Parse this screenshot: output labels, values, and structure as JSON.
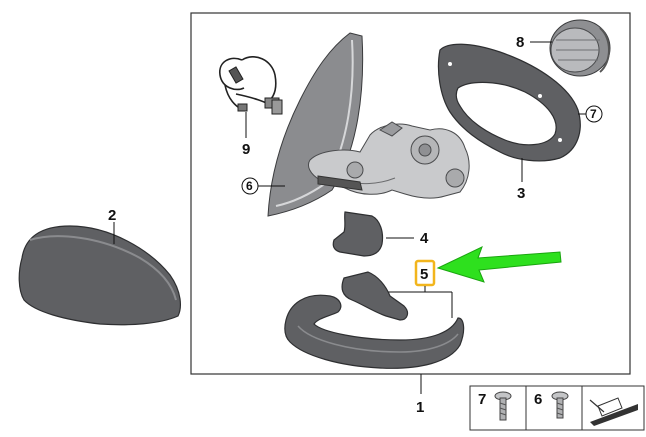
{
  "callouts": {
    "c1": "1",
    "c2": "2",
    "c3": "3",
    "c4": "4",
    "c5": "5",
    "c6": "6",
    "c7": "7",
    "c8": "8",
    "c9": "9"
  },
  "legend": {
    "item7": "7",
    "item6": "6"
  },
  "colors": {
    "highlight_box": "#f2b51c",
    "arrow": "#2ee01e",
    "part": "#5f6063"
  }
}
